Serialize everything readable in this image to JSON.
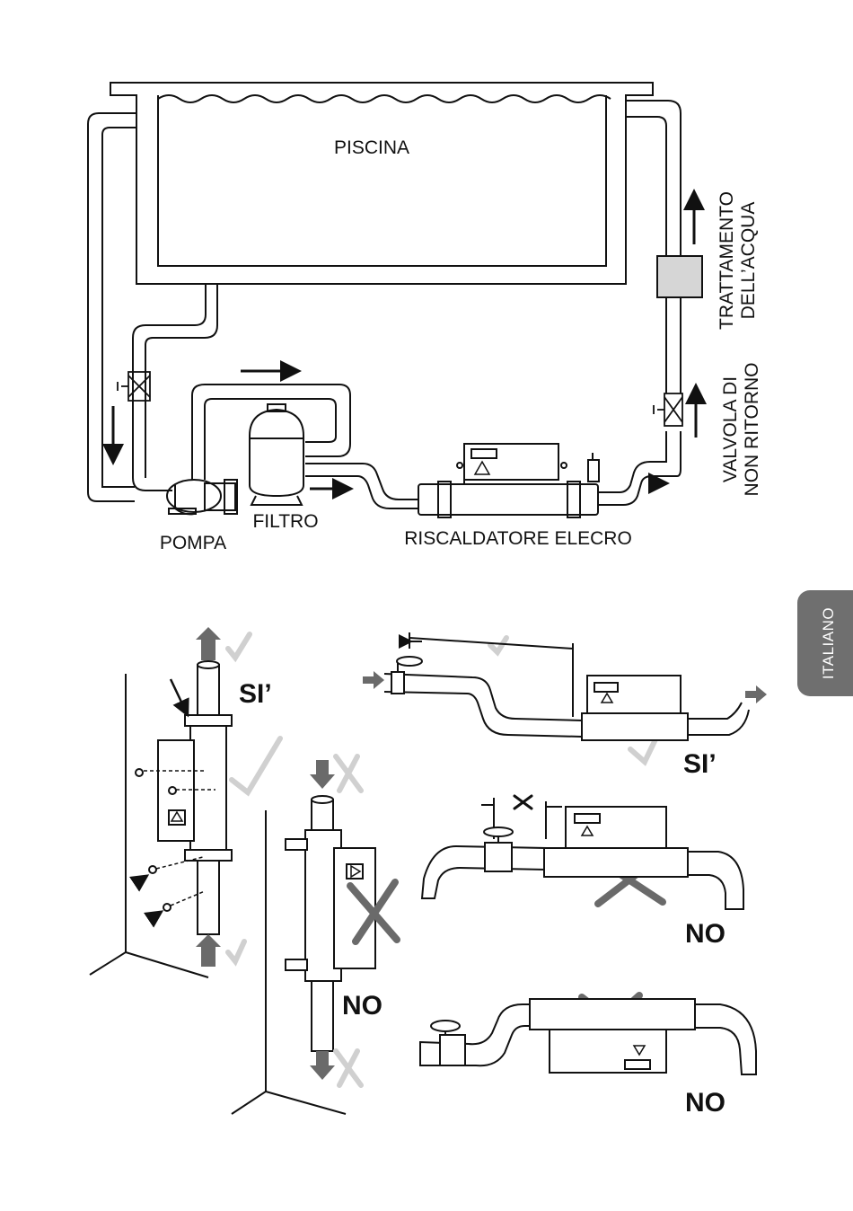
{
  "labels": {
    "pool": "PISCINA",
    "pump": "POMPA",
    "filter": "FILTRO",
    "heater": "RISCALDATORE ELECRO",
    "water_treatment_line1": "TRATTAMENTO",
    "water_treatment_line2": "DELL’ACQUA",
    "check_valve_line1": "VALVOLA DI",
    "check_valve_line2": "NON RITORNO"
  },
  "verdicts": {
    "vertical_ok": "SI’",
    "horizontal_ok": "SI’",
    "vertical_wrong": "NO",
    "horizontal_wrong_distance": "NO",
    "horizontal_upside_down": "NO"
  },
  "side_tab": {
    "language": "ITALIANO"
  },
  "colors": {
    "line": "#111111",
    "grey_mark": "#6a6a6a",
    "light_mark": "#d0d0d0",
    "tab_bg": "#6f6f6f"
  }
}
